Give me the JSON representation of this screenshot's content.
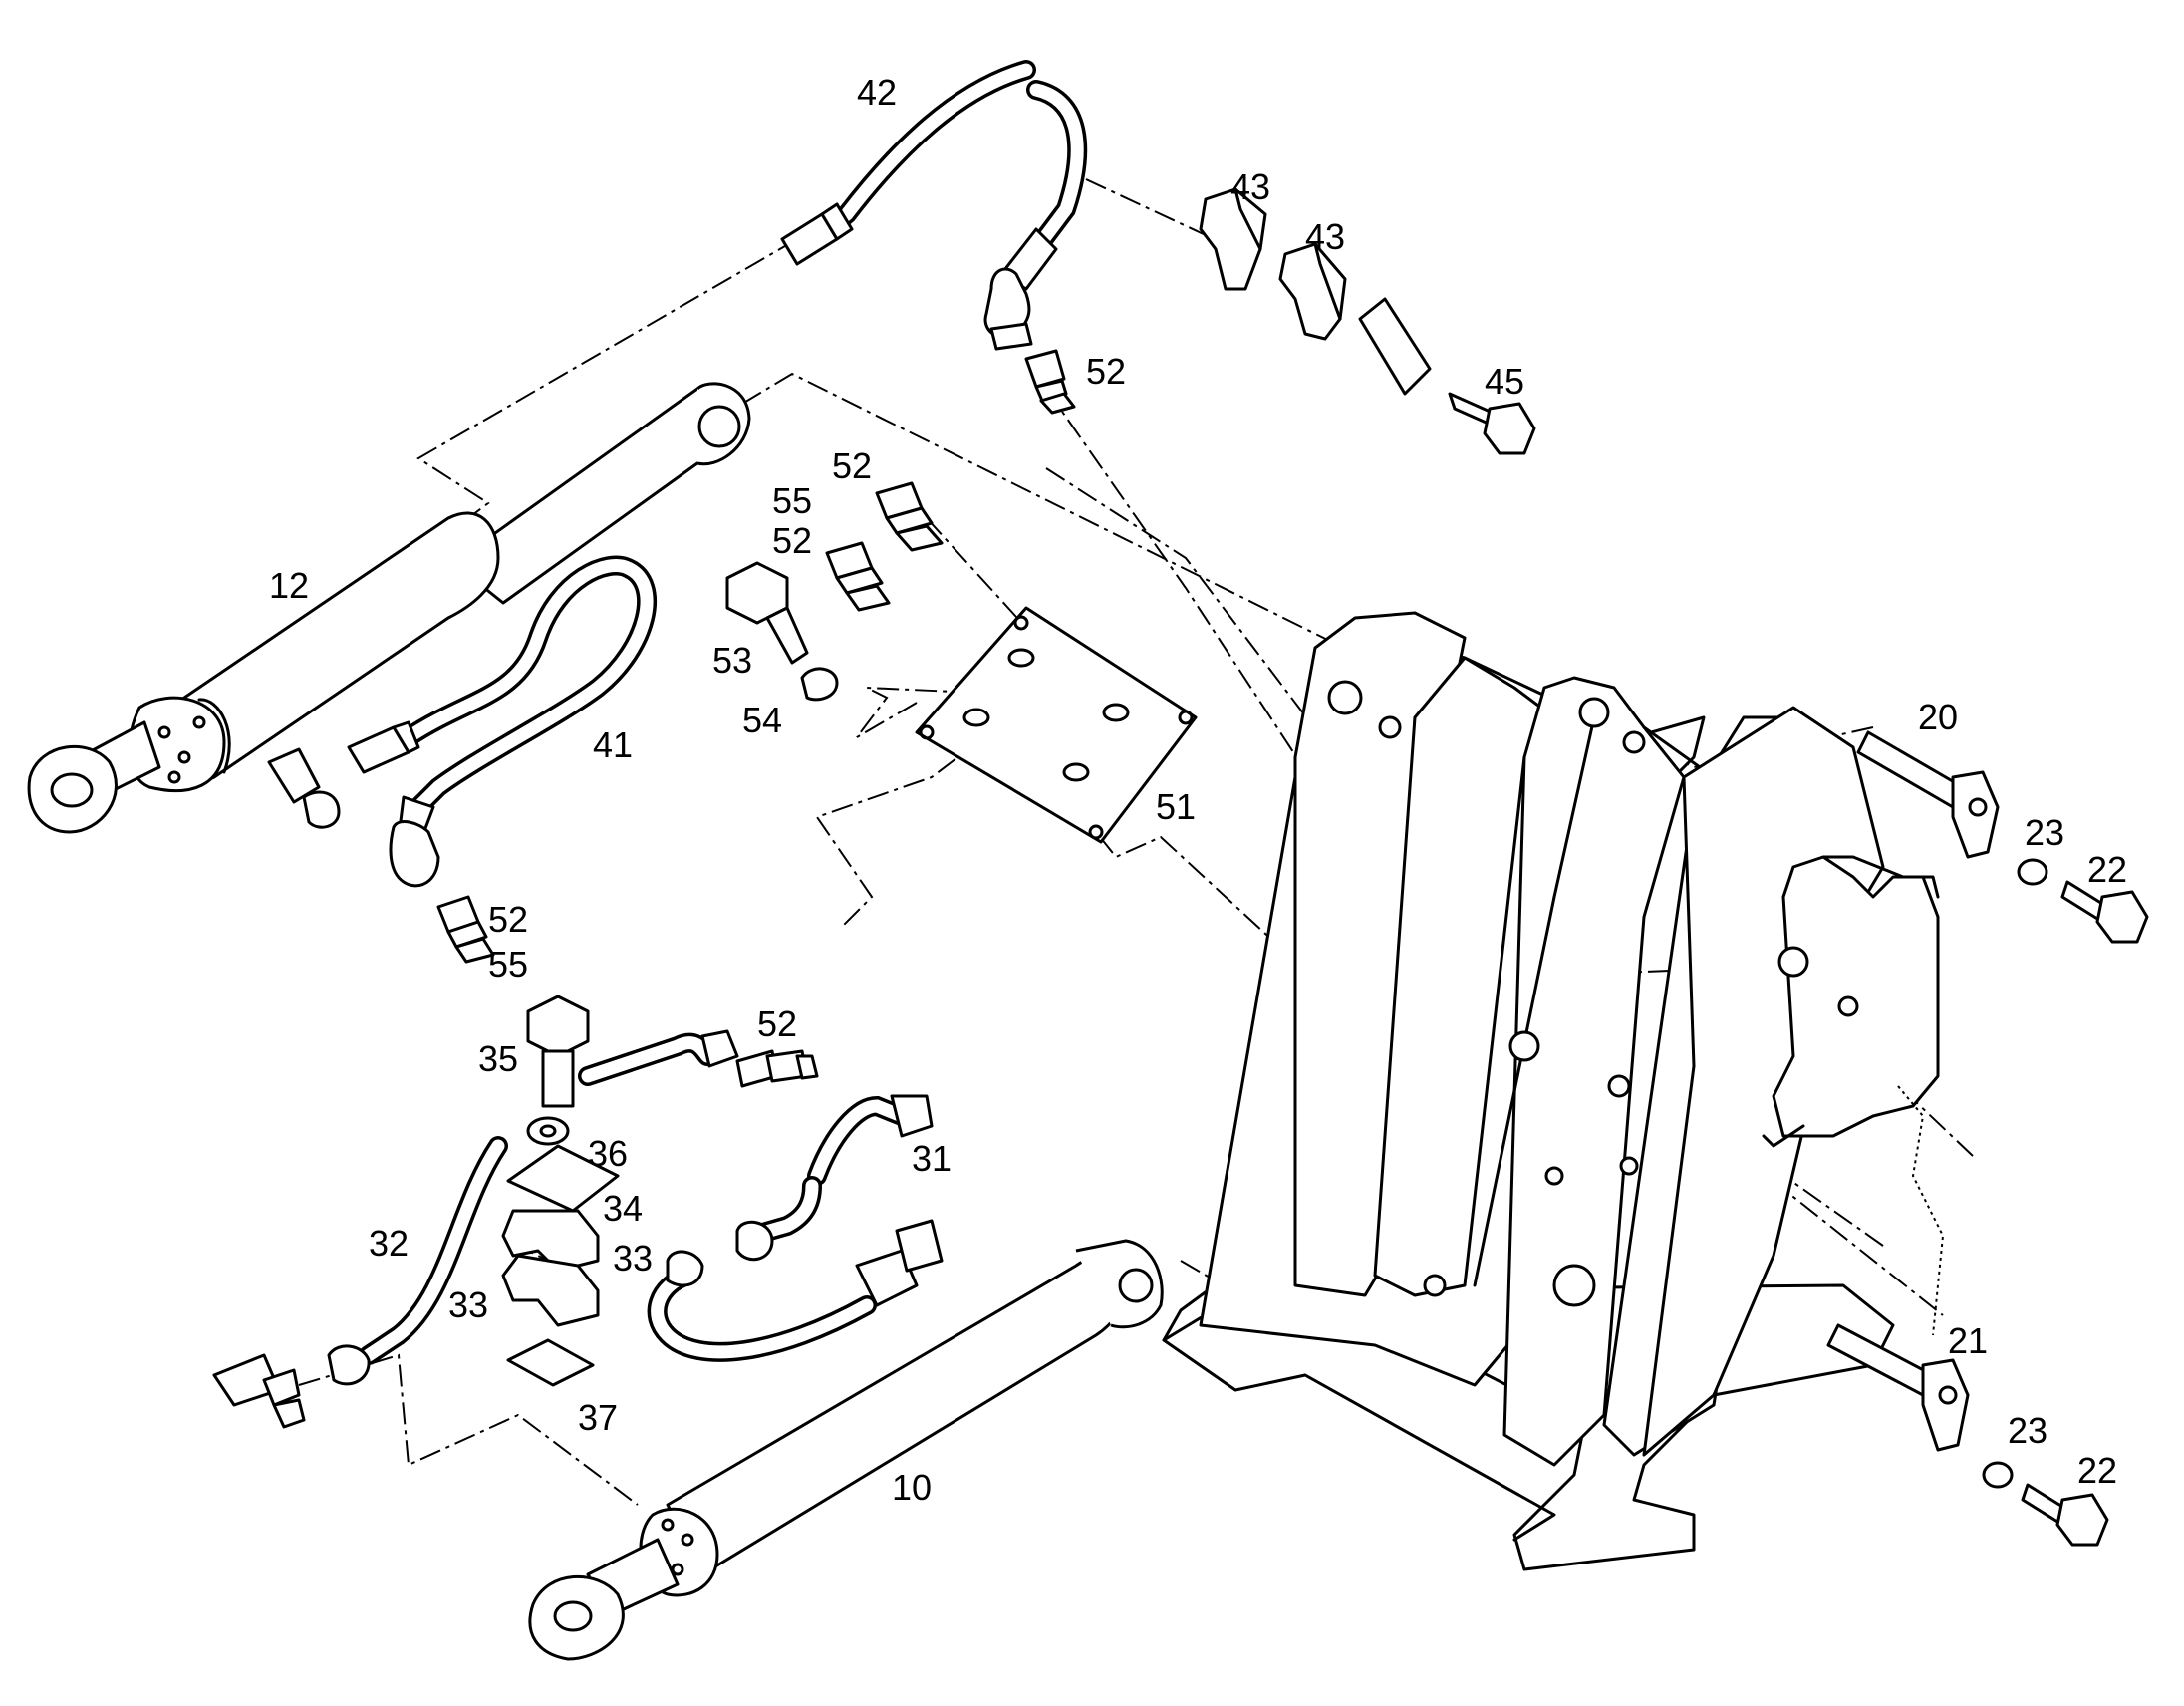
{
  "colors": {
    "ink": "#000000",
    "paper": "#ffffff"
  },
  "labels": {
    "p10": "10",
    "p12": "12",
    "p20": "20",
    "p21": "21",
    "p22a": "22",
    "p22b": "22",
    "p23a": "23",
    "p23b": "23",
    "p31": "31",
    "p32": "32",
    "p33a": "33",
    "p33b": "33",
    "p34": "34",
    "p35": "35",
    "p36": "36",
    "p37": "37",
    "p41": "41",
    "p42": "42",
    "p43a": "43",
    "p43b": "43",
    "p45": "45",
    "p51": "51",
    "p52a": "52",
    "p52b": "52",
    "p52c": "52",
    "p52d": "52",
    "p52e": "52",
    "p53": "53",
    "p54": "54",
    "p55a": "55",
    "p55b": "55"
  }
}
